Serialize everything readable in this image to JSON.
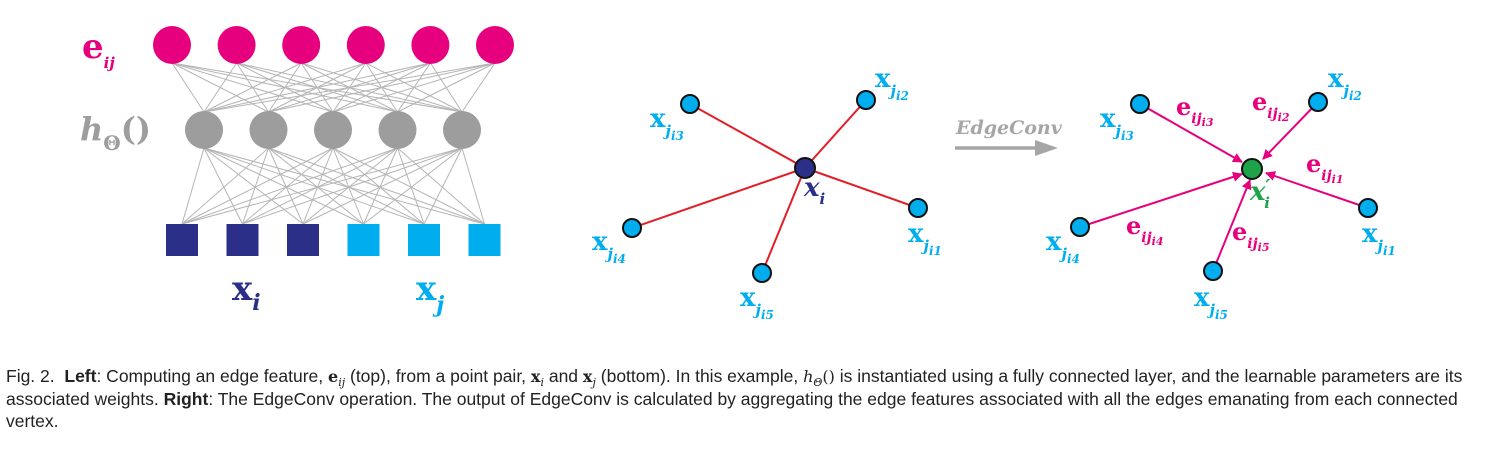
{
  "colors": {
    "magenta": "#e6007e",
    "gray": "#9d9d9d",
    "navy": "#2b2f88",
    "cyan": "#00aeef",
    "red": "#e21e26",
    "green": "#1ea34a",
    "arrow_gray": "#a6a6a6"
  },
  "left_panel": {
    "eij_label": "e",
    "eij_sub": "ij",
    "h_label": "h",
    "h_sub": "Θ",
    "h_parens": "()",
    "xi_label": "x",
    "xi_sub": "i",
    "xj_label": "x",
    "xj_sub": "j",
    "top_nodes": 6,
    "hidden_nodes": 5,
    "bottom_navy": 3,
    "bottom_cyan": 3
  },
  "middle_panel": {
    "center_label": "x",
    "center_sub": "i",
    "neighbors": [
      {
        "label": "x",
        "sub": "j",
        "subsub": "i1"
      },
      {
        "label": "x",
        "sub": "j",
        "subsub": "i2"
      },
      {
        "label": "x",
        "sub": "j",
        "subsub": "i3"
      },
      {
        "label": "x",
        "sub": "j",
        "subsub": "i4"
      },
      {
        "label": "x",
        "sub": "j",
        "subsub": "i5"
      }
    ]
  },
  "arrow_label": "EdgeConv",
  "right_panel": {
    "center_label": "x",
    "center_prime": "′",
    "center_sub": "i",
    "neighbors": [
      {
        "label": "x",
        "sub": "j",
        "subsub": "i1"
      },
      {
        "label": "x",
        "sub": "j",
        "subsub": "i2"
      },
      {
        "label": "x",
        "sub": "j",
        "subsub": "i3"
      },
      {
        "label": "x",
        "sub": "j",
        "subsub": "i4"
      },
      {
        "label": "x",
        "sub": "j",
        "subsub": "i5"
      }
    ],
    "edges": [
      {
        "label": "e",
        "sub": "ij",
        "subsub": "i1"
      },
      {
        "label": "e",
        "sub": "ij",
        "subsub": "i2"
      },
      {
        "label": "e",
        "sub": "ij",
        "subsub": "i3"
      },
      {
        "label": "e",
        "sub": "ij",
        "subsub": "i4"
      },
      {
        "label": "e",
        "sub": "ij",
        "subsub": "i5"
      }
    ]
  },
  "caption": {
    "fig_num": "Fig. 2.",
    "left_word": "Left",
    "t1": ": Computing an edge feature, ",
    "eij_e": "e",
    "eij_sub": "ij",
    "t2": " (top), from a point pair, ",
    "xi_x": "x",
    "xi_sub": "i",
    "t3": " and ",
    "xj_x": "x",
    "xj_sub": "j",
    "t4": " (bottom). In this example, ",
    "h_h": "h",
    "h_sub": "Θ",
    "h_paren": "()",
    "t5": " is instantiated using a fully connected layer, and the learnable parameters are its associated weights. ",
    "right_word": "Right",
    "t6": ": The EdgeConv operation. The output of EdgeConv is calculated by aggregating the edge features associated with all the edges emanating from each connected vertex."
  }
}
